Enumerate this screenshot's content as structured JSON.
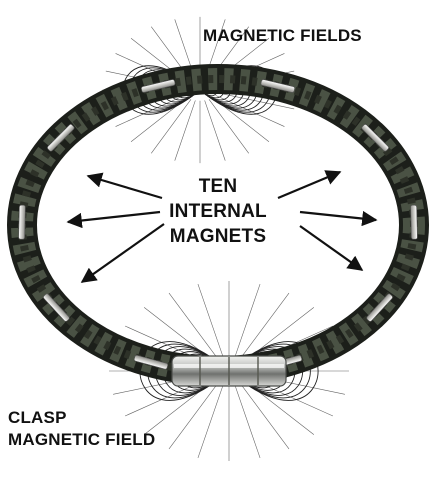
{
  "labels": {
    "top_field": "MAGNETIC FIELDS",
    "center_line1": "TEN",
    "center_line2": "INTERNAL",
    "center_line3": "MAGNETS",
    "clasp_line1": "CLASP",
    "clasp_line2": "MAGNETIC FIELD"
  },
  "magnet_count": 10,
  "colors": {
    "leather": "#2d3128",
    "leather_highlight": "#4a5244",
    "magnet_bar": "#d8d8d4",
    "clasp_metal": "#c9cbc8",
    "field_lines": "#222222",
    "text": "#111111"
  }
}
